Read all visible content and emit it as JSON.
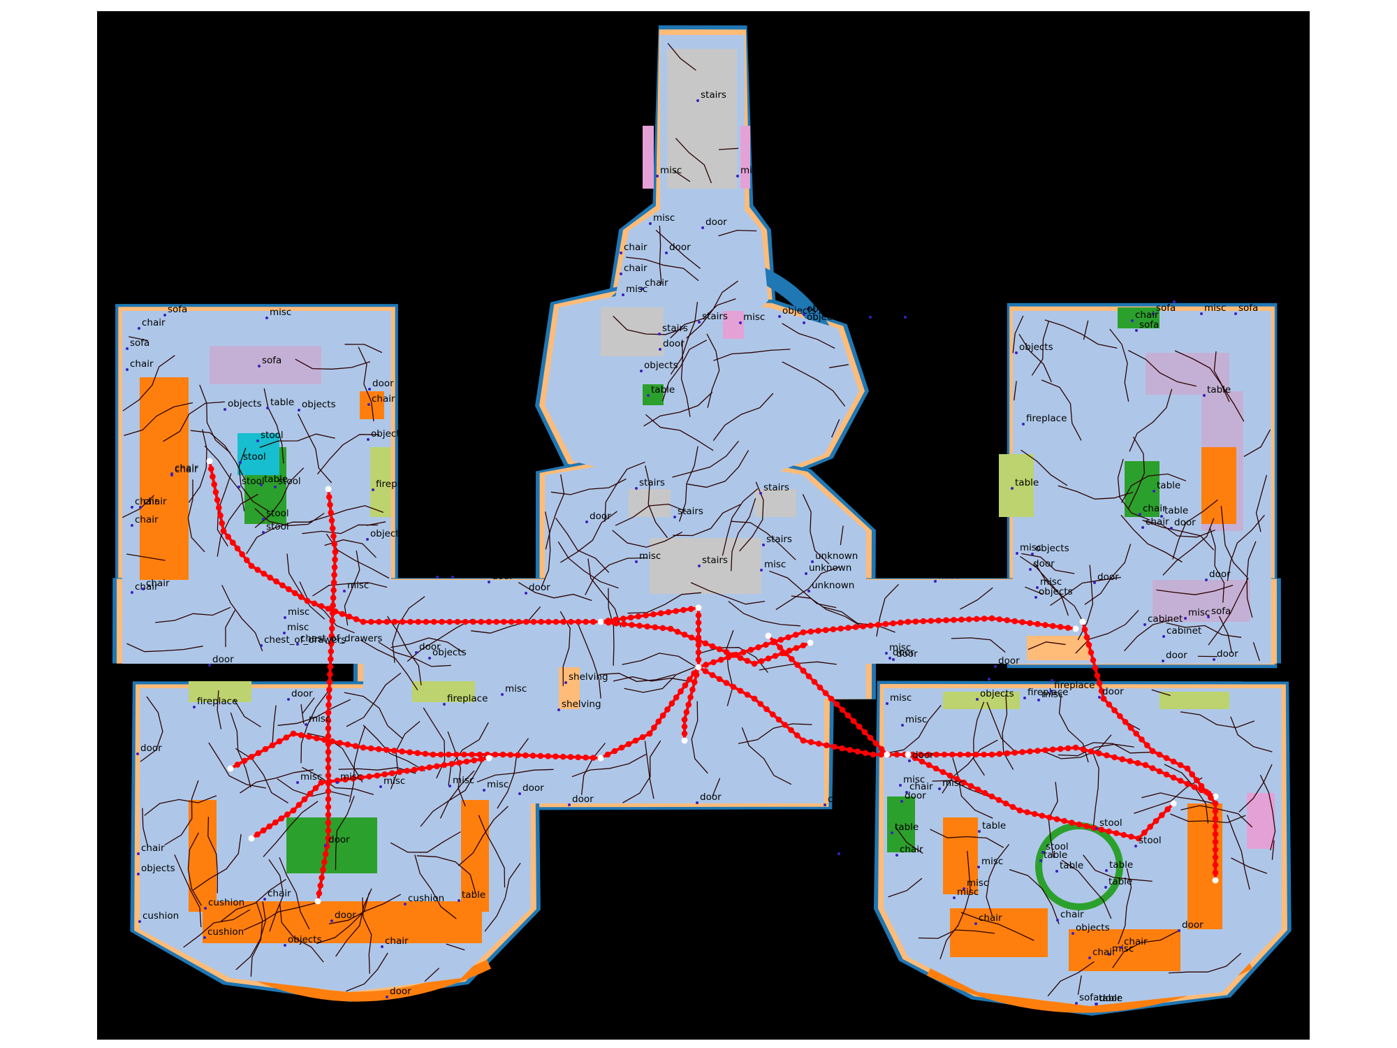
{
  "colors": {
    "background": "#000000",
    "wall": "#1f77b4",
    "floor": "#aec7e8",
    "door": "#ffbb78",
    "stairs": "#c7c7c7",
    "misc": "#e4a1d6",
    "objects": "#d17bd0",
    "chair": "#ff7f0e",
    "cushion": "#ff7f0e",
    "table": "#2ca02c",
    "stool": "#17becf",
    "sofa": "#c5b0d5",
    "fireplace": "#bcd36f",
    "shelving": "#ffbb78",
    "route": "#ff0000",
    "waypoint": "#ffffff",
    "skeleton": "#2b0000"
  },
  "map": {
    "labels": [
      "stairs",
      "misc",
      "misc",
      "door",
      "misc",
      "door",
      "chair",
      "chair",
      "misc",
      "chair",
      "stairs",
      "stairs",
      "door",
      "misc",
      "objects",
      "objects",
      "objects",
      "table",
      "objects",
      "stairs",
      "stairs",
      "stairs",
      "door",
      "stairs",
      "misc",
      "stairs",
      "misc",
      "unknown",
      "unknown",
      "unknown",
      "sofa",
      "sofa",
      "misc",
      "sofa",
      "chair",
      "chair",
      "chair",
      "chair",
      "sofa",
      "misc",
      "objects",
      "table",
      "objects",
      "door",
      "chair",
      "objects",
      "stool",
      "stool",
      "table",
      "stool",
      "stool",
      "stool",
      "stool",
      "fireplace",
      "objects",
      "chair",
      "chair",
      "chair",
      "chair",
      "chair",
      "misc",
      "door",
      "door",
      "door",
      "door",
      "misc",
      "misc",
      "chest_of_drawers",
      "chest_of_drawers",
      "door",
      "door",
      "objects",
      "door",
      "misc",
      "shelving",
      "shelving",
      "door",
      "fireplace",
      "fireplace",
      "misc",
      "door",
      "misc",
      "misc",
      "misc",
      "misc",
      "misc",
      "door",
      "door",
      "door",
      "chair",
      "chair",
      "chair",
      "objects",
      "cushion",
      "chair",
      "cushion",
      "cushion",
      "objects",
      "cushion",
      "table",
      "chair",
      "door",
      "door",
      "door",
      "table",
      "sofa",
      "table",
      "table",
      "table",
      "sofa",
      "door",
      "misc",
      "objects",
      "misc",
      "fireplace",
      "table",
      "chair",
      "chair",
      "chair",
      "door",
      "objects",
      "objects",
      "door",
      "misc",
      "misc",
      "door",
      "sofa",
      "sofa",
      "misc",
      "cabinet",
      "cabinet",
      "door",
      "door",
      "misc",
      "door",
      "misc",
      "door",
      "fireplace",
      "fireplace",
      "objects",
      "objects",
      "fireplace",
      "misc",
      "door",
      "misc",
      "door",
      "misc",
      "misc",
      "door",
      "table",
      "misc",
      "chair",
      "table",
      "stool",
      "stool",
      "stool",
      "table",
      "table",
      "table",
      "table",
      "misc",
      "misc",
      "misc",
      "chair",
      "chair",
      "objects",
      "misc",
      "chair",
      "chair",
      "door",
      "door",
      "misc",
      "chair"
    ]
  }
}
